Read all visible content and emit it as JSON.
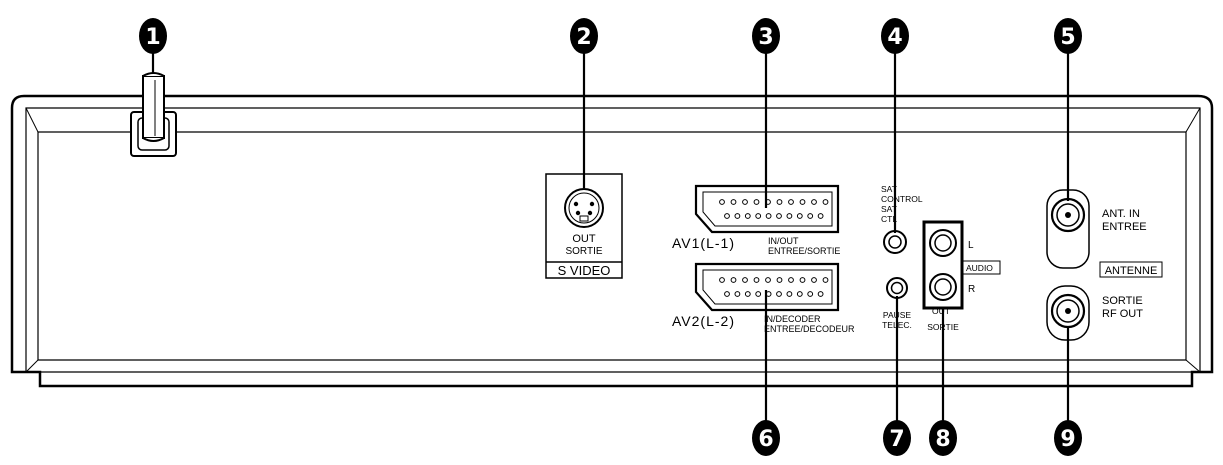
{
  "callouts": [
    "1",
    "2",
    "3",
    "4",
    "5",
    "6",
    "7",
    "8",
    "9"
  ],
  "svideo": {
    "out": "OUT",
    "sortie": "SORTIE",
    "title": "S VIDEO"
  },
  "av1": {
    "name": "AV1(L-1)",
    "mode_line1": "IN/OUT",
    "mode_line2": "ENTREE/SORTIE"
  },
  "av2": {
    "name": "AV2(L-2)",
    "mode_line1": "IN/DECODER",
    "mode_line2": "ENTREE/DECODEUR"
  },
  "sat_control": {
    "line1": "SAT",
    "line2": "CONTROL",
    "line3": "SAT",
    "line4": "CTL"
  },
  "pause": {
    "line1": "PAUSE",
    "line2": "TELEC."
  },
  "audio": {
    "title": "AUDIO",
    "left": "L",
    "right": "R",
    "out": "OUT",
    "sortie": "SORTIE"
  },
  "antenna": {
    "in_line1": "ANT. IN",
    "in_line2": "ENTREE",
    "title": "ANTENNE",
    "out_line1": "SORTIE",
    "out_line2": "RF OUT"
  }
}
